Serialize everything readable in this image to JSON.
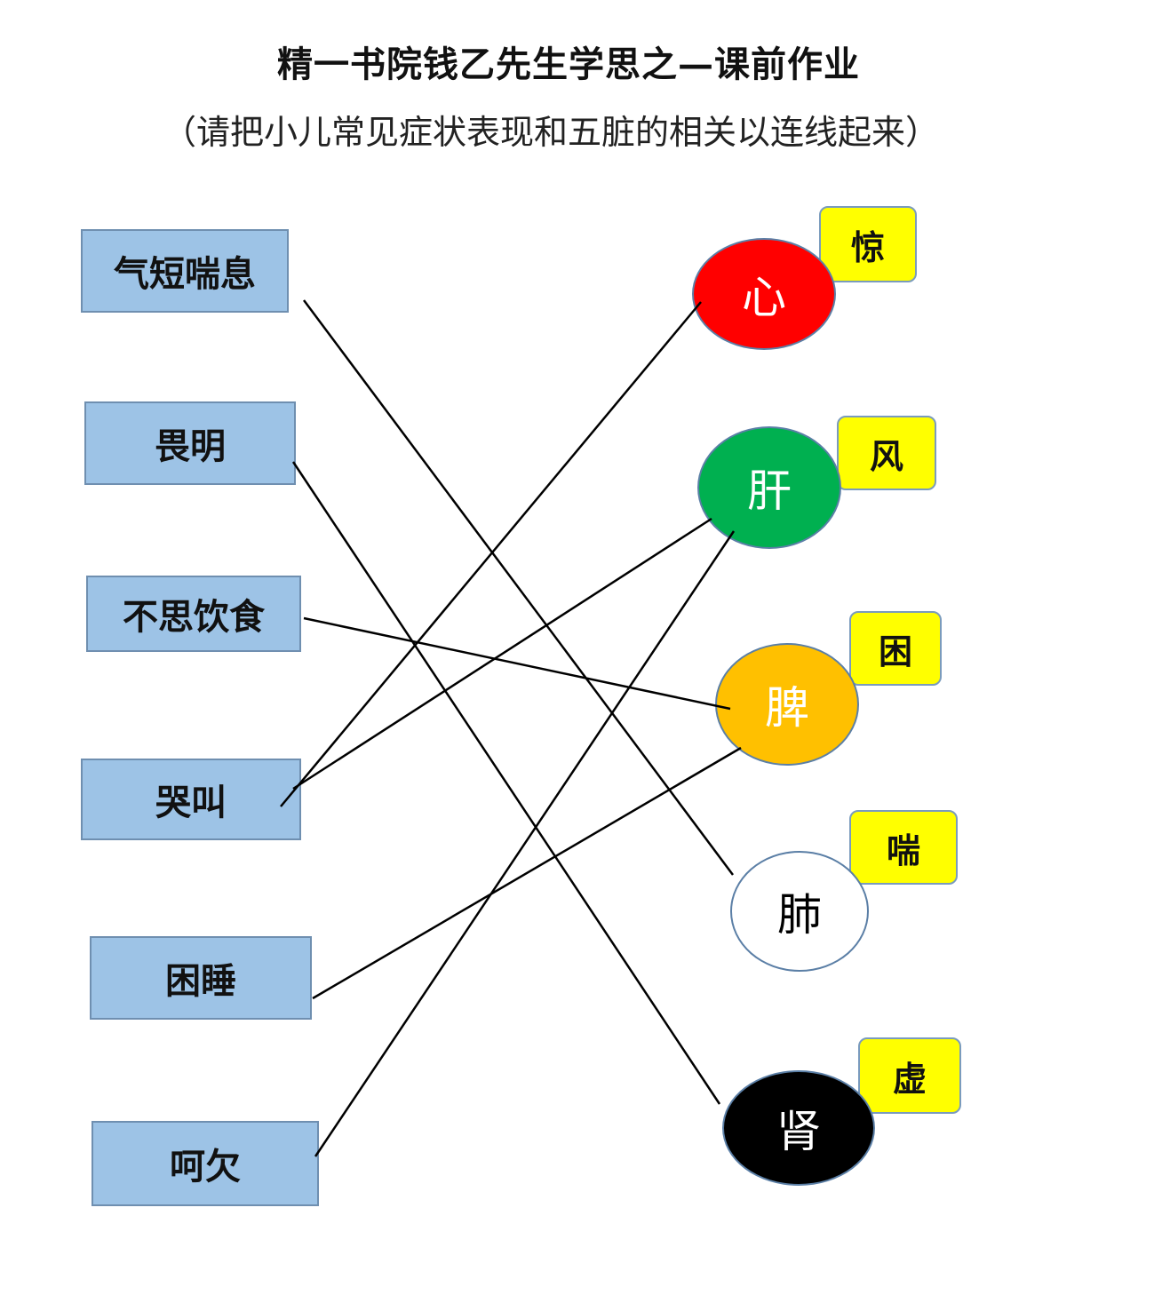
{
  "title": "精一书院钱乙先生学思之—课前作业",
  "subtitle": "（请把小儿常见症状表现和五脏的相关以连线起来）",
  "symptoms": [
    {
      "label": "气短喘息"
    },
    {
      "label": "畏明"
    },
    {
      "label": "不思饮食"
    },
    {
      "label": "哭叫"
    },
    {
      "label": "困睡"
    },
    {
      "label": "呵欠"
    }
  ],
  "organs": [
    {
      "label": "心",
      "tag": "惊",
      "fill": "#ff0000",
      "text_color": "#ffffff"
    },
    {
      "label": "肝",
      "tag": "风",
      "fill": "#00b050",
      "text_color": "#ffffff"
    },
    {
      "label": "脾",
      "tag": "困",
      "fill": "#ffc000",
      "text_color": "#ffffff"
    },
    {
      "label": "肺",
      "tag": "喘",
      "fill": "#ffffff",
      "text_color": "#000000"
    },
    {
      "label": "肾",
      "tag": "虚",
      "fill": "#000000",
      "text_color": "#ffffff"
    }
  ],
  "connections": [
    {
      "symptom": 0,
      "organ": 3
    },
    {
      "symptom": 1,
      "organ": 4
    },
    {
      "symptom": 2,
      "organ": 2
    },
    {
      "symptom": 3,
      "organ": 0
    },
    {
      "symptom": 3,
      "organ": 1
    },
    {
      "symptom": 4,
      "organ": 2
    },
    {
      "symptom": 5,
      "organ": 1
    }
  ]
}
